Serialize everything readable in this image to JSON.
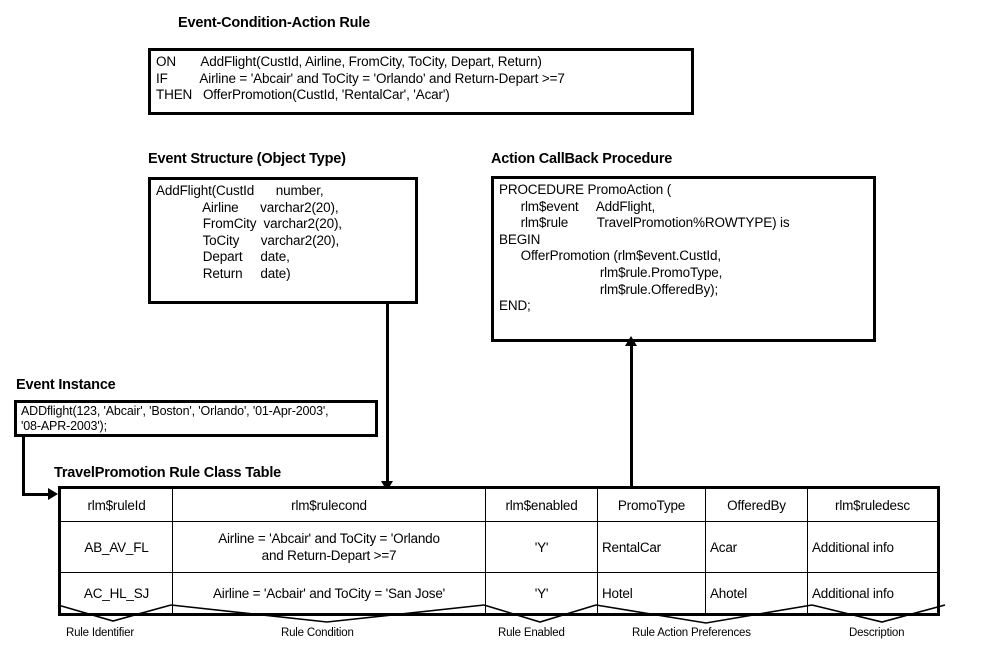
{
  "diagram": {
    "title_eca": "Event-Condition-Action Rule",
    "title_event_structure": "Event Structure (Object Type)",
    "title_action_callback": "Action CallBack Procedure",
    "title_event_instance": "Event Instance",
    "title_rule_table": "TravelPromotion Rule Class Table"
  },
  "eca_rule": {
    "text": "ON       AddFlight(CustId, Airline, FromCity, ToCity, Depart, Return)\nIF         Airline = 'Abcair' and ToCity = 'Orlando' and Return-Depart >=7\nTHEN   OfferPromotion(CustId, 'RentalCar', 'Acar')"
  },
  "event_structure": {
    "text": "AddFlight(CustId      number,\n             Airline      varchar2(20),\n             FromCity  varchar2(20),\n             ToCity      varchar2(20),\n             Depart     date,\n             Return     date)"
  },
  "action_callback": {
    "text": "PROCEDURE PromoAction (\n      rlm$event     AddFlight,\n      rlm$rule        TravelPromotion%ROWTYPE) is\nBEGIN\n      OfferPromotion (rlm$event.CustId,\n                            rlm$rule.PromoType,\n                            rlm$rule.OfferedBy);\nEND;"
  },
  "event_instance": {
    "text": "ADDflight(123, 'Abcair', 'Boston', 'Orlando', '01-Apr-2003',\n'08-APR-2003');"
  },
  "rule_table": {
    "columns": [
      "rlm$ruleId",
      "rlm$rulecond",
      "rlm$enabled",
      "PromoType",
      "OfferedBy",
      "rlm$ruledesc"
    ],
    "rows": [
      {
        "ruleId": "AB_AV_FL",
        "rulecond": "Airline = 'Abcair' and ToCity = 'Orlando\nand Return-Depart >=7",
        "enabled": "'Y'",
        "promoType": "RentalCar",
        "offeredBy": "Acar",
        "ruledesc": "Additional info"
      },
      {
        "ruleId": "AC_HL_SJ",
        "rulecond": "Airline = 'Acbair' and ToCity = 'San Jose'",
        "enabled": "'Y'",
        "promoType": "Hotel",
        "offeredBy": "Ahotel",
        "ruledesc": "Additional info"
      }
    ]
  },
  "captions": [
    "Rule Identifier",
    "Rule Condition",
    "Rule Enabled",
    "Rule Action Preferences",
    "Description"
  ],
  "colors": {
    "stroke": "#000000",
    "background": "#ffffff"
  }
}
